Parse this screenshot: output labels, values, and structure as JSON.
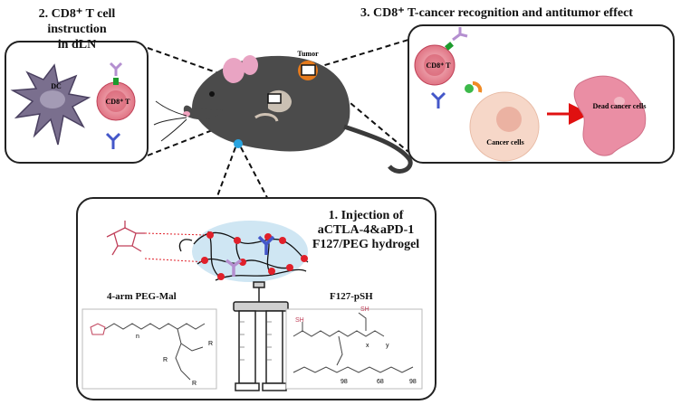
{
  "panels": {
    "left_title_line1": "2. CD8⁺ T cell instruction",
    "left_title_line2": "in dLN",
    "right_title": "3. CD8⁺ T-cancer recognition and antitumor effect",
    "bottom_title_line1": "1. Injection of",
    "bottom_title_line2": "aCTLA-4&aPD-1",
    "bottom_title_line3": "F127/PEG hydrogel"
  },
  "labels": {
    "dc": "DC",
    "cd8t": "CD8⁺ T",
    "cd8t_right": "CD8⁺ T",
    "tumor": "Tumor",
    "cancer_cells": "Cancer cells",
    "dead_cancer_cells": "Dead cancer cells",
    "peg_mal": "4-arm PEG-Mal",
    "f127_psh": "F127-pSH",
    "sub_n98a": "98",
    "sub_n68": "68",
    "sub_n98b": "98",
    "sub_x": "x",
    "sub_y": "y",
    "r1": "R",
    "r2": "R",
    "r3": "R",
    "n_label": "n",
    "sh1": "SH",
    "sh2": "SH"
  },
  "colors": {
    "dc": "#7a6f8e",
    "tcell": "#e98a96",
    "tcell_core": "#c42f45",
    "cancer": "#f6d7c8",
    "dead_cancer": "#ea8ea4",
    "hydrogel": "#cfe6f3",
    "node": "#e0202a",
    "mouse": "#4b4b4b",
    "tumor": "#e67a1c",
    "arrow": "#e01010",
    "antibody_blue": "#4457c9",
    "antibody_purple": "#b48fd0",
    "injection_dot": "#29a4e0"
  }
}
